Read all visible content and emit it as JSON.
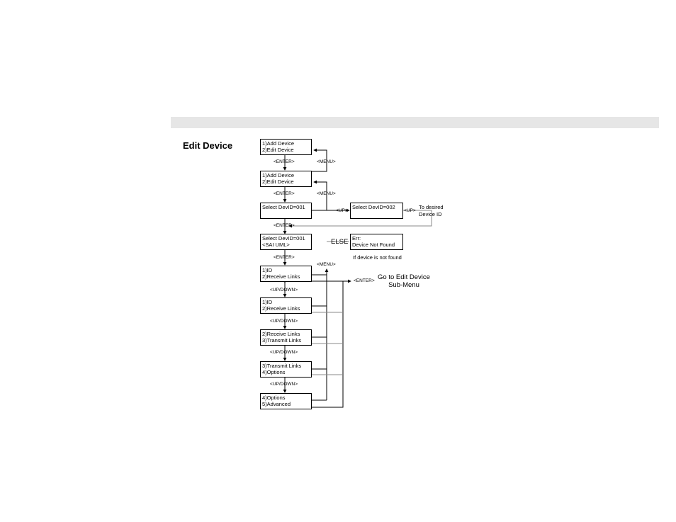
{
  "title": "Edit Device",
  "boxes": {
    "m1": [
      "1)Add Device",
      "2)Edit Device"
    ],
    "m2": [
      "1)Add Device",
      "2)Edit Device"
    ],
    "sel1": [
      "Select DevID=001"
    ],
    "sel2": [
      "Select DevID=002"
    ],
    "sai": [
      "Select DevID=001",
      "<SAI UML>"
    ],
    "err": [
      "Err:",
      "Device Not Found"
    ],
    "s1": [
      "1)ID",
      "2)Receive Links"
    ],
    "s2": [
      "1)ID",
      "2)Receive Links"
    ],
    "s3": [
      "2)Receive Links",
      "3)Transmit Links"
    ],
    "s4": [
      "3)Transmit Links",
      "4)Options"
    ],
    "s5": [
      "4)Options",
      "5)Advanced"
    ]
  },
  "labels": {
    "enter": "<ENTER>",
    "menu": "<MENU>",
    "up": "<UP>",
    "updown": "<UP/DOWN>",
    "else": "ELSE",
    "to_desired_1": "To desired",
    "to_desired_2": "Device ID",
    "not_found": "If device is not found",
    "go_to_1": "Go to Edit Device",
    "go_to_2": "Sub-Menu"
  }
}
